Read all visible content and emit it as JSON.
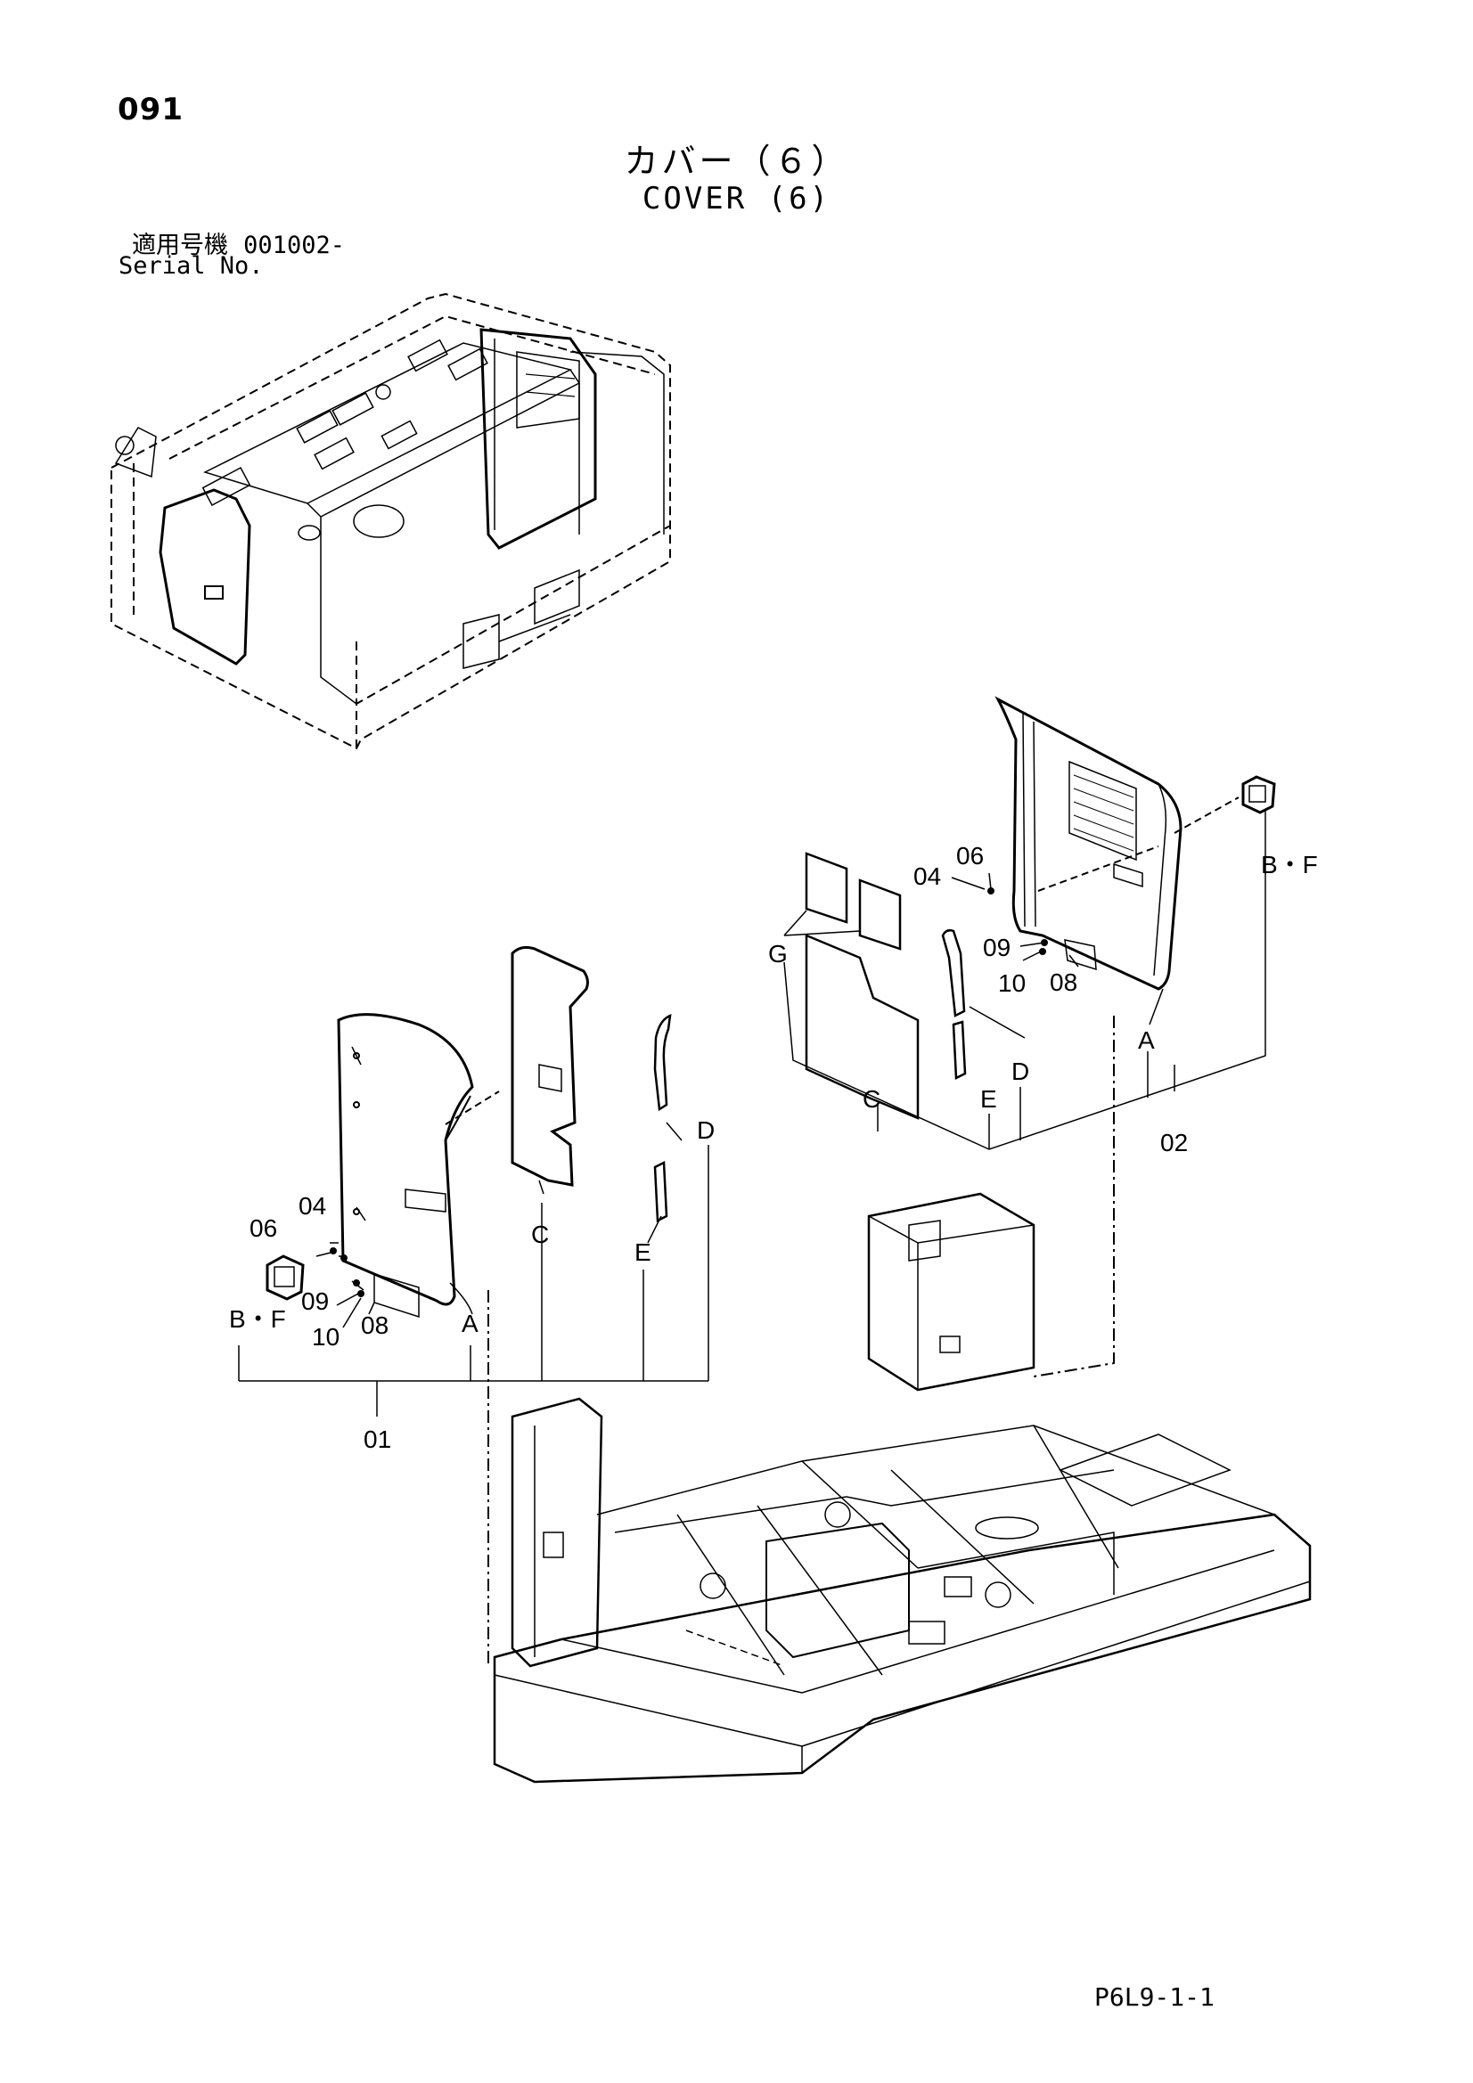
{
  "header": {
    "page_number": "091",
    "title_jp": "カバー（６）",
    "title_en": "COVER (6)",
    "serial_label_jp": "適用号機",
    "serial_value": "001002-",
    "serial_label_en": "Serial No."
  },
  "footer": {
    "code": "P6L9-1-1"
  },
  "callouts": {
    "left_group": {
      "c04": "04",
      "c06": "06",
      "c09": "09",
      "c10": "10",
      "c08": "08",
      "bf": "B・F",
      "a": "A",
      "c": "C",
      "d": "D",
      "e": "E",
      "assembly": "01"
    },
    "right_group": {
      "c06": "06",
      "c04": "04",
      "c09": "09",
      "c10": "10",
      "c08": "08",
      "bf": "B・F",
      "a": "A",
      "c": "C",
      "d": "D",
      "e": "E",
      "g": "G",
      "assembly": "02"
    }
  }
}
